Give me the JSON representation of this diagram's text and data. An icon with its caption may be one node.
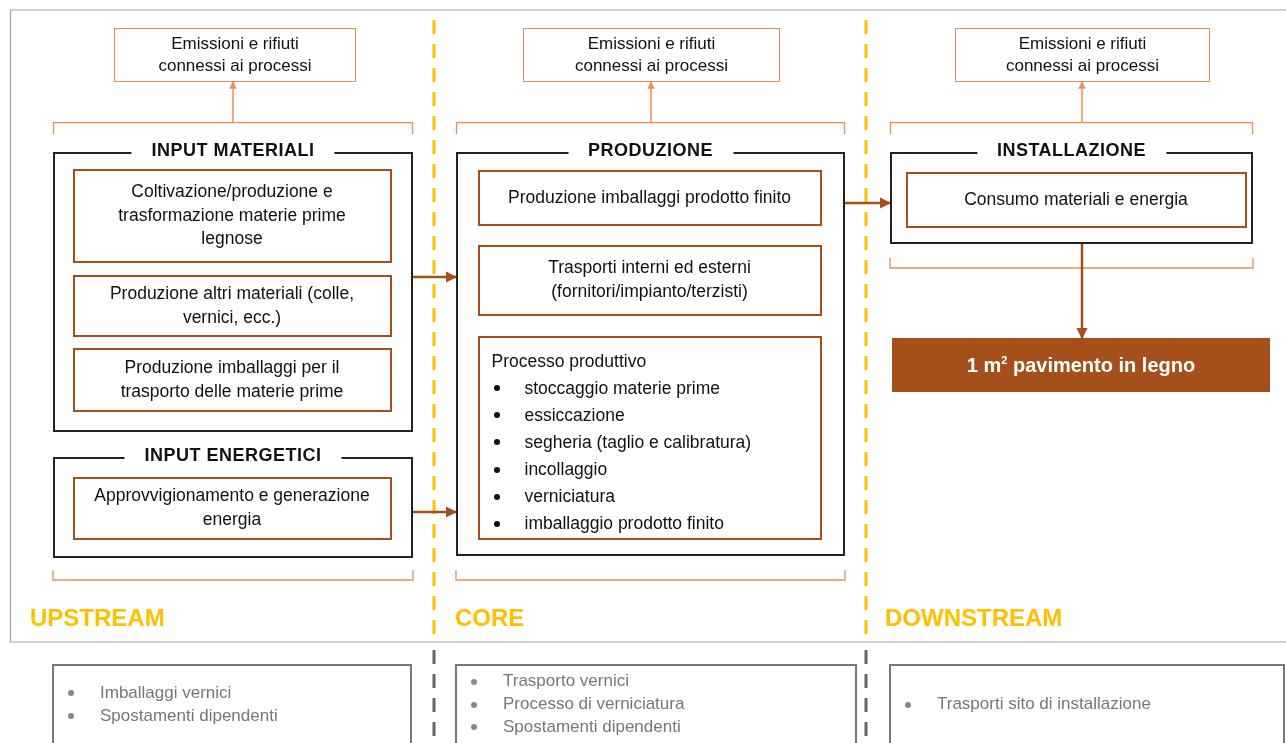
{
  "diagram": {
    "nodes": [
      {
        "text": [
          "Emissioni e rifiuti connessi ai processi"
        ]
      },
      {
        "text": [],
        "shape": "bracket"
      },
      {
        "text": [
          "INPUT MATERIALI"
        ]
      },
      {
        "text": [
          "Coltivazione/produzione e trasformazione materie prime legnose"
        ],
        "in": 2
      },
      {
        "text": [
          "Produzione altri materiali (colle, vernici, ecc.)"
        ],
        "in": 2
      },
      {
        "text": [
          "Produzione imballaggi per il trasporto delle materie prime"
        ],
        "in": 2
      },
      {
        "text": [
          "INPUT ENERGETICI"
        ]
      },
      {
        "text": [
          "Approvvigionamento e generazione energia"
        ],
        "in": 6
      },
      {
        "text": [
          "Emissioni e rifiuti connessi ai processi"
        ]
      },
      {
        "text": [],
        "shape": "bracket"
      },
      {
        "text": [
          "PRODUZIONE"
        ]
      },
      {
        "text": [
          "Produzione imballaggi prodotto finito"
        ],
        "in": 10
      },
      {
        "text": [
          "Trasporti interni ed esterni (fornitori/impianto/terzisti)"
        ],
        "in": 10
      },
      {
        "text": [
          "Processo produttivo",
          "stoccaggio materie prime",
          "essiccazione",
          "segheria (taglio e calibratura)",
          "incollaggio",
          "verniciatura",
          "imballaggio prodotto finito"
        ],
        "in": 10
      },
      {
        "text": [
          "Emissioni e rifiuti connessi ai processi"
        ]
      },
      {
        "text": [],
        "shape": "bracket"
      },
      {
        "text": [
          "INSTALLAZIONE"
        ]
      },
      {
        "text": [
          "Consumo materiali e energia"
        ],
        "in": 16
      },
      {
        "text": [
          "1 m$^{2}$ pavimento in legno"
        ]
      },
      {
        "text": [
          "Imballaggi vernici",
          "Spostamenti dipendenti"
        ]
      },
      {
        "text": [
          "Trasporto vernici",
          "Processo di verniciatura",
          "Spostamenti dipendenti"
        ]
      },
      {
        "text": [
          "Trasporti sito di installazione"
        ]
      }
    ],
    "edges": [
      {
        "from": 1,
        "to": 0,
        "arrow": "to",
        "color": "#f28b4f"
      },
      {
        "from": 9,
        "to": 8,
        "arrow": "to",
        "color": "#f28b4f"
      },
      {
        "from": 15,
        "to": 14,
        "arrow": "to",
        "color": "#f28b4f"
      },
      {
        "from": 2,
        "to": 10,
        "arrow": "to"
      },
      {
        "from": 6,
        "to": 10,
        "arrow": "to"
      },
      {
        "from": 10,
        "to": 16,
        "arrow": "to"
      },
      {
        "from": 16,
        "to": 18,
        "arrow": "to"
      }
    ],
    "labels": [
      "UPSTREAM",
      "CORE",
      "DOWNSTREAM"
    ]
  }
}
